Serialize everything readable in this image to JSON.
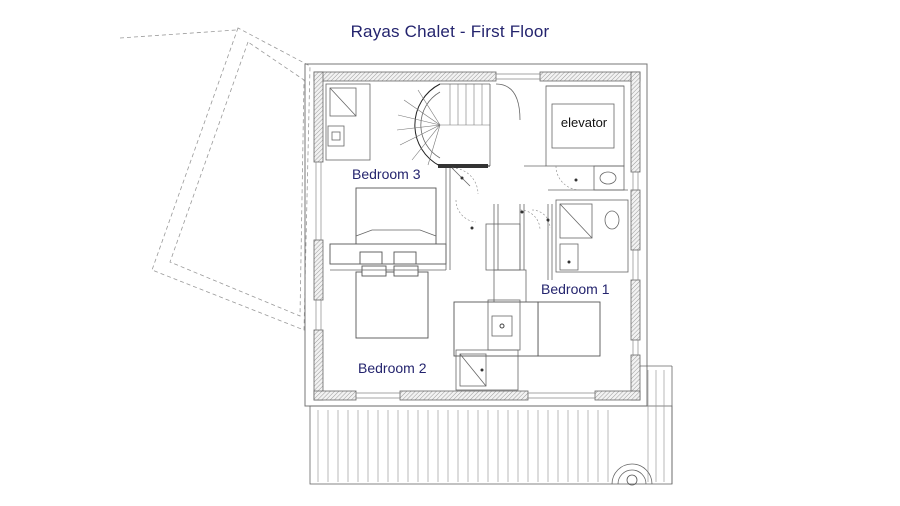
{
  "title": "Rayas Chalet - First Floor",
  "rooms": {
    "bedroom3": "Bedroom 3",
    "bedroom1": "Bedroom 1",
    "bedroom2": "Bedroom 2",
    "elevator": "elevator"
  },
  "colors": {
    "label": "#24246e",
    "wall": "#666666"
  }
}
